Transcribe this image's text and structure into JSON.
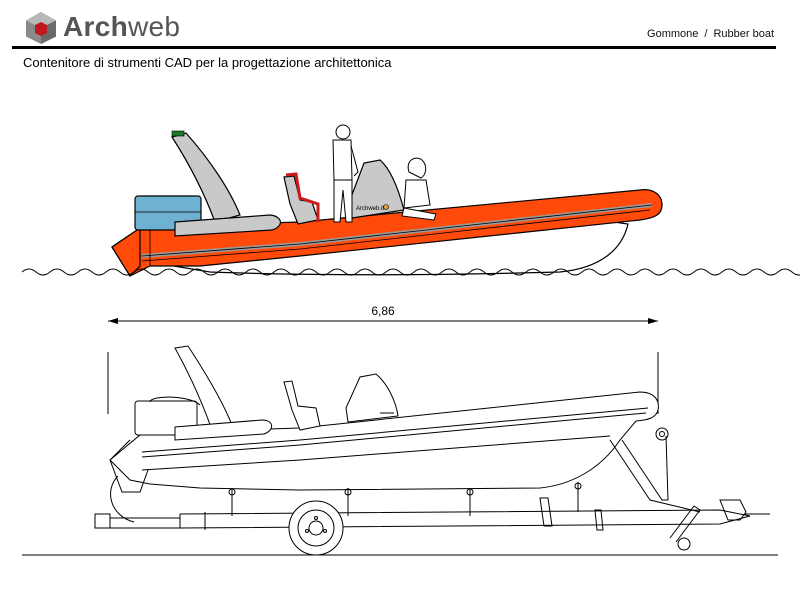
{
  "header": {
    "brand_part1": "Arch",
    "brand_part2": "web",
    "crumb_it": "Gommone",
    "crumb_sep": "/",
    "crumb_en": "Rubber boat"
  },
  "subtitle": "Contenitore di strumenti CAD per la progettazione architettonica",
  "drawing": {
    "dimension_label": "6,86",
    "console_label": "Archweb.it"
  },
  "colors": {
    "hull_orange": "#ff4a0a",
    "engine_blue": "#6fb1d0",
    "seat_red": "#cc1a1a",
    "grey_fill": "#c9c9c9"
  }
}
